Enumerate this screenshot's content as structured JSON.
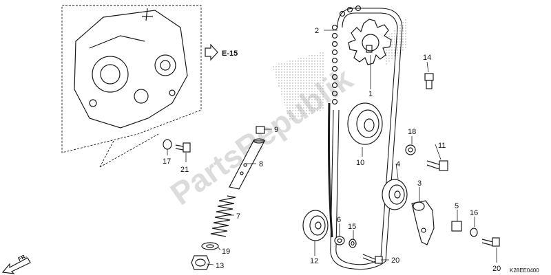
{
  "reference": {
    "text": "E-15"
  },
  "diagram_code": "K28EE0400",
  "front_marker": "FR.",
  "watermark": "PartsRepublik",
  "callouts": [
    {
      "id": "c1",
      "text": "1"
    },
    {
      "id": "c2",
      "text": "2"
    },
    {
      "id": "c3",
      "text": "3"
    },
    {
      "id": "c4",
      "text": "4"
    },
    {
      "id": "c5",
      "text": "5"
    },
    {
      "id": "c6",
      "text": "6"
    },
    {
      "id": "c7",
      "text": "7"
    },
    {
      "id": "c8",
      "text": "8"
    },
    {
      "id": "c9",
      "text": "9"
    },
    {
      "id": "c10",
      "text": "10"
    },
    {
      "id": "c11",
      "text": "11"
    },
    {
      "id": "c12",
      "text": "12"
    },
    {
      "id": "c13",
      "text": "13"
    },
    {
      "id": "c14",
      "text": "14"
    },
    {
      "id": "c15",
      "text": "15"
    },
    {
      "id": "c16",
      "text": "16"
    },
    {
      "id": "c17",
      "text": "17"
    },
    {
      "id": "c18",
      "text": "18"
    },
    {
      "id": "c19",
      "text": "19"
    },
    {
      "id": "c20a",
      "text": "20"
    },
    {
      "id": "c20b",
      "text": "20"
    },
    {
      "id": "c21",
      "text": "21"
    }
  ]
}
